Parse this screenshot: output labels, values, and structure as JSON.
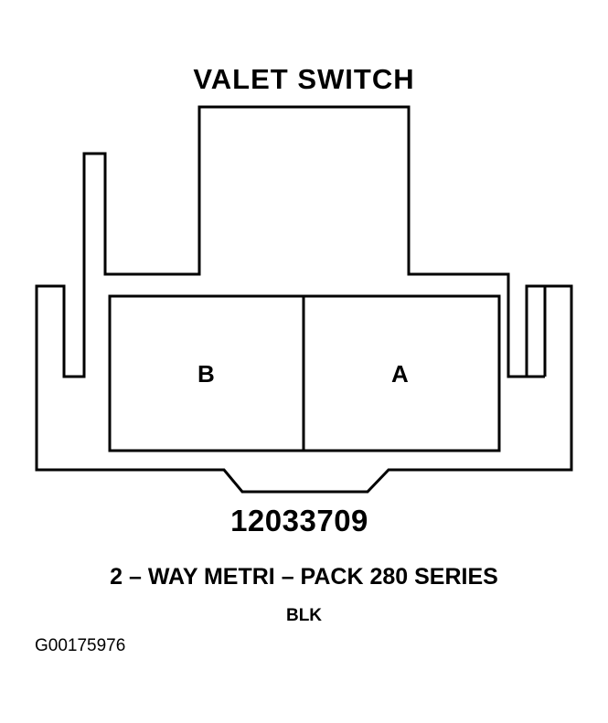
{
  "diagram": {
    "title": "VALET SWITCH",
    "pins": [
      {
        "label": "B"
      },
      {
        "label": "A"
      }
    ],
    "part_number": "12033709",
    "connector_description": "2 – WAY METRI – PACK 280 SERIES",
    "color": "BLK",
    "figure_id": "G00175976",
    "line_color": "#000000",
    "background_color": "#ffffff"
  }
}
